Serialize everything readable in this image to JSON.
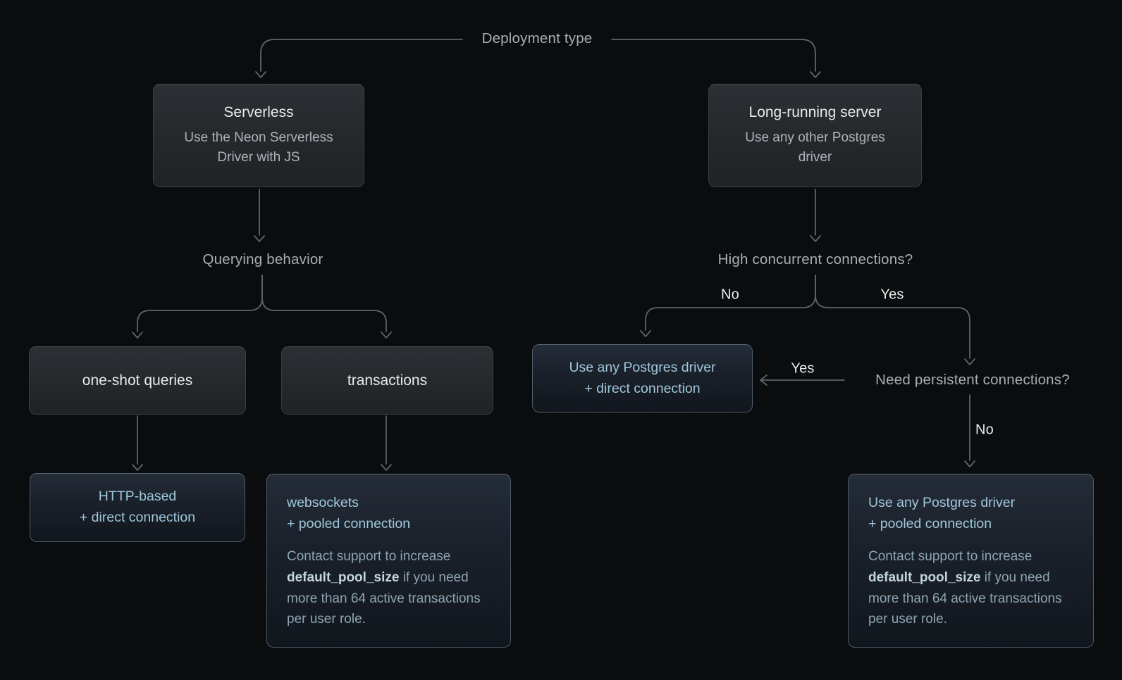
{
  "diagram": {
    "title": "Deployment type",
    "background_color": "#0b0c0d",
    "line_color": "#5d646b",
    "accent_text_color": "#9fc8dc",
    "decision_box_color": "#26282c",
    "result_box_color": "#1a202a",
    "result_border_color": "#4d5c6a"
  },
  "labels": {
    "deployment_type": "Deployment type",
    "querying_behavior": "Querying behavior",
    "high_concurrent": "High concurrent connections?",
    "need_persistent": "Need persistent connections?",
    "no_1": "No",
    "yes_1": "Yes",
    "yes_2": "Yes",
    "no_2": "No"
  },
  "nodes": {
    "serverless": {
      "title": "Serverless",
      "subtitle": "Use the Neon Serverless Driver with JS"
    },
    "long_running": {
      "title": "Long-running server",
      "subtitle": "Use any other Postgres driver"
    },
    "one_shot": {
      "title": "one-shot queries"
    },
    "transactions": {
      "title": "transactions"
    },
    "http_based": {
      "line1": "HTTP-based",
      "line2": "+ direct connection"
    },
    "direct_connection": {
      "line1": "Use any Postgres driver",
      "line2": "+ direct connection"
    },
    "websockets": {
      "line1": "websockets",
      "line2": "+ pooled connection",
      "note_pre": "Contact support to increase ",
      "note_bold": "default_pool_size",
      "note_post": " if you need more than 64 active transactions per user role."
    },
    "pooled_connection": {
      "line1": "Use any Postgres driver",
      "line2": "+ pooled connection",
      "note_pre": "Contact support to increase ",
      "note_bold": "default_pool_size",
      "note_post": " if you need more than 64 active transactions per user role."
    }
  }
}
